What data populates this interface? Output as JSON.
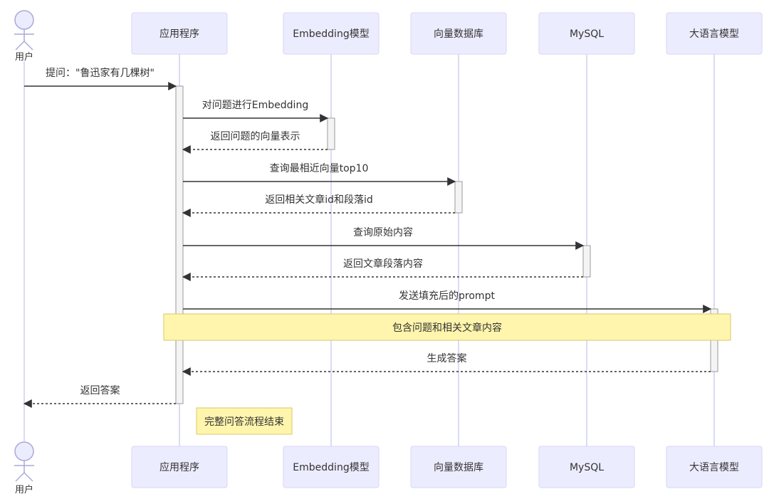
{
  "user": {
    "label": "用户"
  },
  "participants": [
    {
      "id": "app",
      "label": "应用程序"
    },
    {
      "id": "embed",
      "label": "Embedding模型"
    },
    {
      "id": "vecdb",
      "label": "向量数据库"
    },
    {
      "id": "mysql",
      "label": "MySQL"
    },
    {
      "id": "llm",
      "label": "大语言模型"
    }
  ],
  "messages": [
    {
      "from": "user",
      "to": "app",
      "label": "提问：\"鲁迅家有几棵树\"",
      "style": "solid"
    },
    {
      "from": "app",
      "to": "embed",
      "label": "对问题进行Embedding",
      "style": "solid"
    },
    {
      "from": "embed",
      "to": "app",
      "label": "返回问题的向量表示",
      "style": "dashed"
    },
    {
      "from": "app",
      "to": "vecdb",
      "label": "查询最相近向量top10",
      "style": "solid"
    },
    {
      "from": "vecdb",
      "to": "app",
      "label": "返回相关文章id和段落id",
      "style": "dashed"
    },
    {
      "from": "app",
      "to": "mysql",
      "label": "查询原始内容",
      "style": "solid"
    },
    {
      "from": "mysql",
      "to": "app",
      "label": "返回文章段落内容",
      "style": "dashed"
    },
    {
      "from": "app",
      "to": "llm",
      "label": "发送填充后的prompt",
      "style": "solid"
    },
    {
      "from": "llm",
      "to": "app",
      "label": "生成答案",
      "style": "dashed"
    },
    {
      "from": "app",
      "to": "user",
      "label": "返回答案",
      "style": "dashed"
    }
  ],
  "notes": [
    {
      "label": "包含问题和相关文章内容"
    },
    {
      "label": "完整问答流程结束"
    }
  ],
  "colors": {
    "actor_fill": "#ECECFF",
    "lifeline": "#CFCFEF",
    "note_fill": "#FFF5AD",
    "arrow": "#333333"
  }
}
